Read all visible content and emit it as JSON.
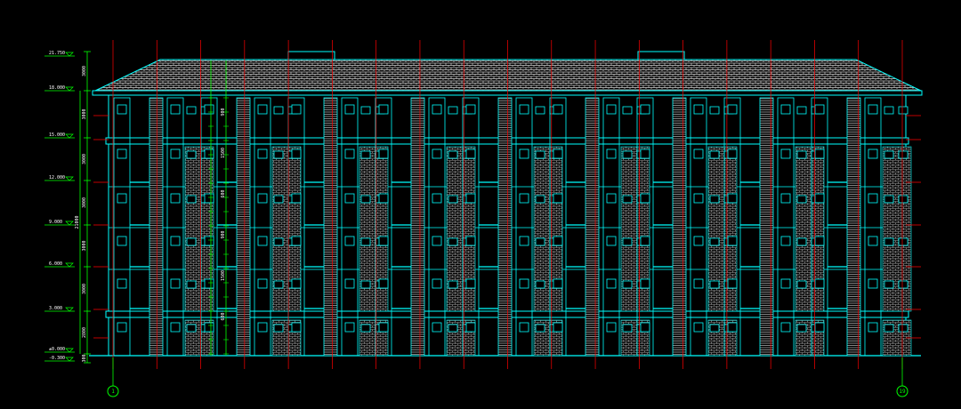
{
  "drawing": {
    "view": "building-elevation",
    "background": "#000000",
    "colors": {
      "outline": "#00ffff",
      "grid": "#ff0000",
      "hatch": "#b0b0b0",
      "dimension": "#00ff00",
      "text": "#ffffff",
      "roof": "#cfcfcf"
    }
  },
  "levels": [
    {
      "label": "21.750"
    },
    {
      "label": "18.000"
    },
    {
      "label": "15.000"
    },
    {
      "label": "12.000"
    },
    {
      "label": "9.000"
    },
    {
      "label": "6.000"
    },
    {
      "label": "3.000"
    },
    {
      "label": "±0.000"
    },
    {
      "label": "-0.300"
    }
  ],
  "dimensions": {
    "left_chain": [
      "3000",
      "3000",
      "3000",
      "3000",
      "3000",
      "3000",
      "2800",
      "300"
    ],
    "overall": "21000",
    "tick_texts": [
      "900",
      "1500",
      "600",
      "900",
      "1500",
      "600"
    ]
  },
  "axes": {
    "start": "1",
    "end": "19"
  }
}
